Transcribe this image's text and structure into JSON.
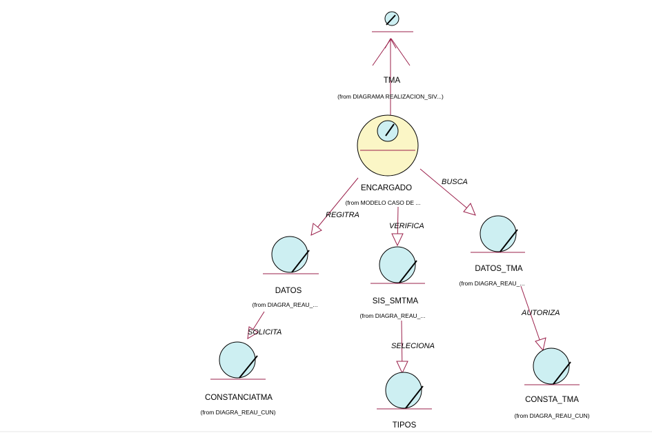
{
  "actor": {
    "name": "TMA",
    "from": "(from DIAGRAMA REALIZACION_SIV...)"
  },
  "controller": {
    "name": "ENCARGADO",
    "from": "(from MODELO  CASO DE ..."
  },
  "entities": {
    "datos": {
      "name": "DATOS",
      "from": "(from DIAGRA_REAU_..."
    },
    "sis_smtma": {
      "name": "SIS_SMTMA",
      "from": "(from DIAGRA_REAU_..."
    },
    "datos_tma": {
      "name": "DATOS_TMA",
      "from": "(from DIAGRA_REAU_..."
    },
    "constanciatma": {
      "name": "CONSTANCIATMA",
      "from": "(from DIAGRA_REAU_CUN)"
    },
    "tipos": {
      "name": "TIPOS",
      "from": ""
    },
    "consta_tma": {
      "name": "CONSTA_TMA",
      "from": "(from DIAGRA_REAU_CUN)"
    }
  },
  "relations": {
    "regitra": "REGITRA",
    "verifica": "VERIFICA",
    "busca": "BUSCA",
    "solicita": "SOLICITA",
    "seleciona": "SELECIONA",
    "autoriza": "AUTORIZA"
  },
  "colors": {
    "link": "#9a1f4a",
    "entity_fill": "#cdeff2",
    "controller_fill": "#fbf6c6"
  }
}
